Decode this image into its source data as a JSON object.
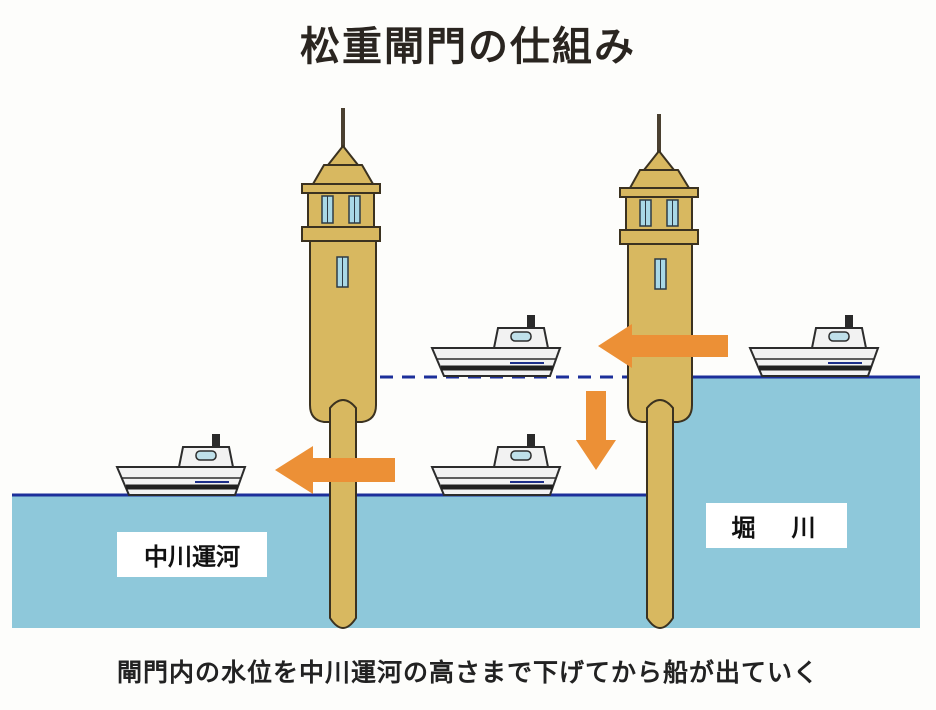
{
  "title": "松重閘門の仕組み",
  "caption": "閘門内の水位を中川運河の高さまで下げてから船が出ていく",
  "labels": {
    "left_waterway": "中川運河",
    "right_waterway": "堀　川"
  },
  "colors": {
    "water": "#8ec8da",
    "water_line": "#1c2f9a",
    "tower": "#d8b860",
    "tower_outline": "#3b3220",
    "arrow": "#ec9036",
    "boat_hull": "#f2f2f2",
    "window": "#a9d8e6"
  }
}
